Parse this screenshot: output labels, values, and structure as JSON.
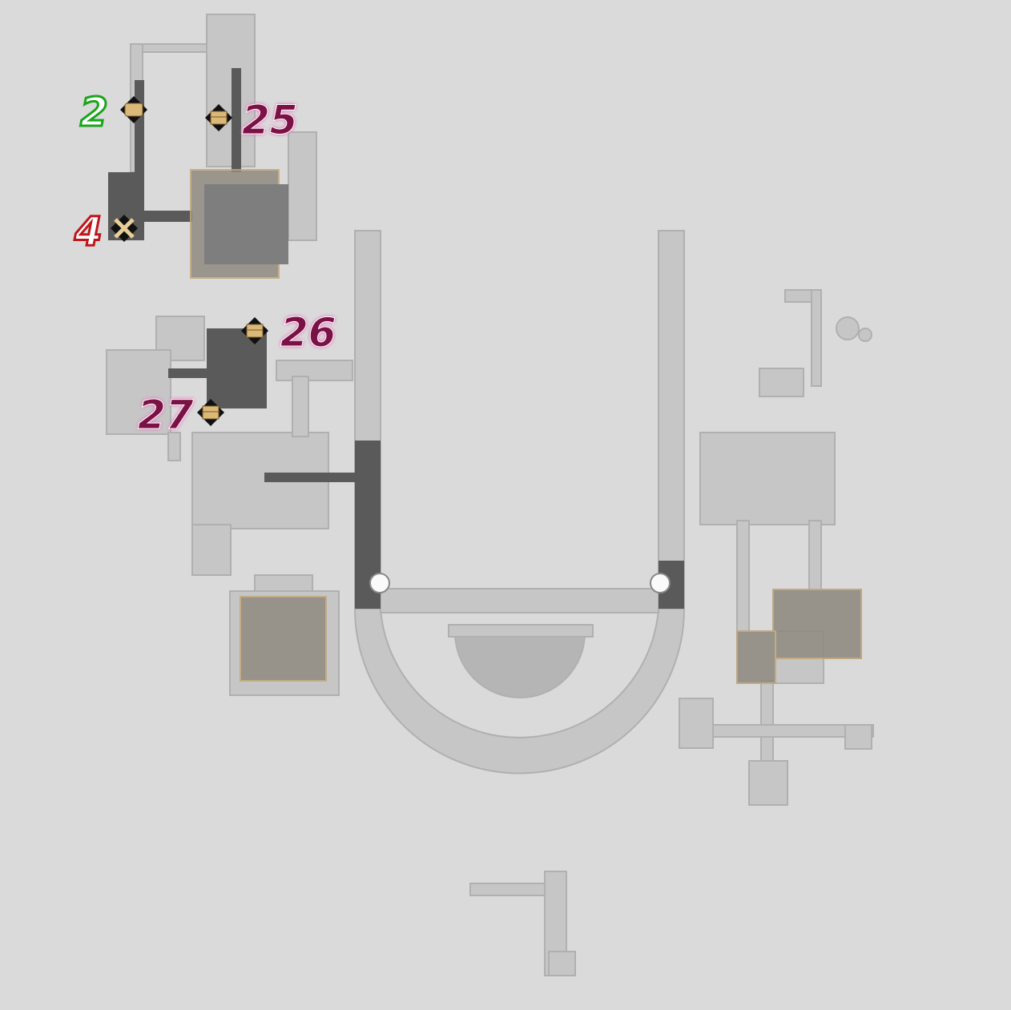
{
  "map": {
    "colors": {
      "background": "#dadada",
      "walkway": "#c4c4c4",
      "corridor_dark": "#555555",
      "room_highlight": "#b9a888",
      "chest_gold": "#d9b878"
    },
    "markers": [
      {
        "label": "2",
        "type": "collectible",
        "icon": "scroll-icon",
        "color": "#1aa51a"
      },
      {
        "label": "25",
        "type": "treasure-chest",
        "icon": "chest-icon",
        "color": "#e87fc0"
      },
      {
        "label": "4",
        "type": "enemy",
        "icon": "crossed-swords-icon",
        "color": "#c0151a"
      },
      {
        "label": "26",
        "type": "treasure-chest",
        "icon": "chest-icon",
        "color": "#e87fc0"
      },
      {
        "label": "27",
        "type": "treasure-chest",
        "icon": "chest-icon",
        "color": "#e87fc0"
      }
    ]
  }
}
